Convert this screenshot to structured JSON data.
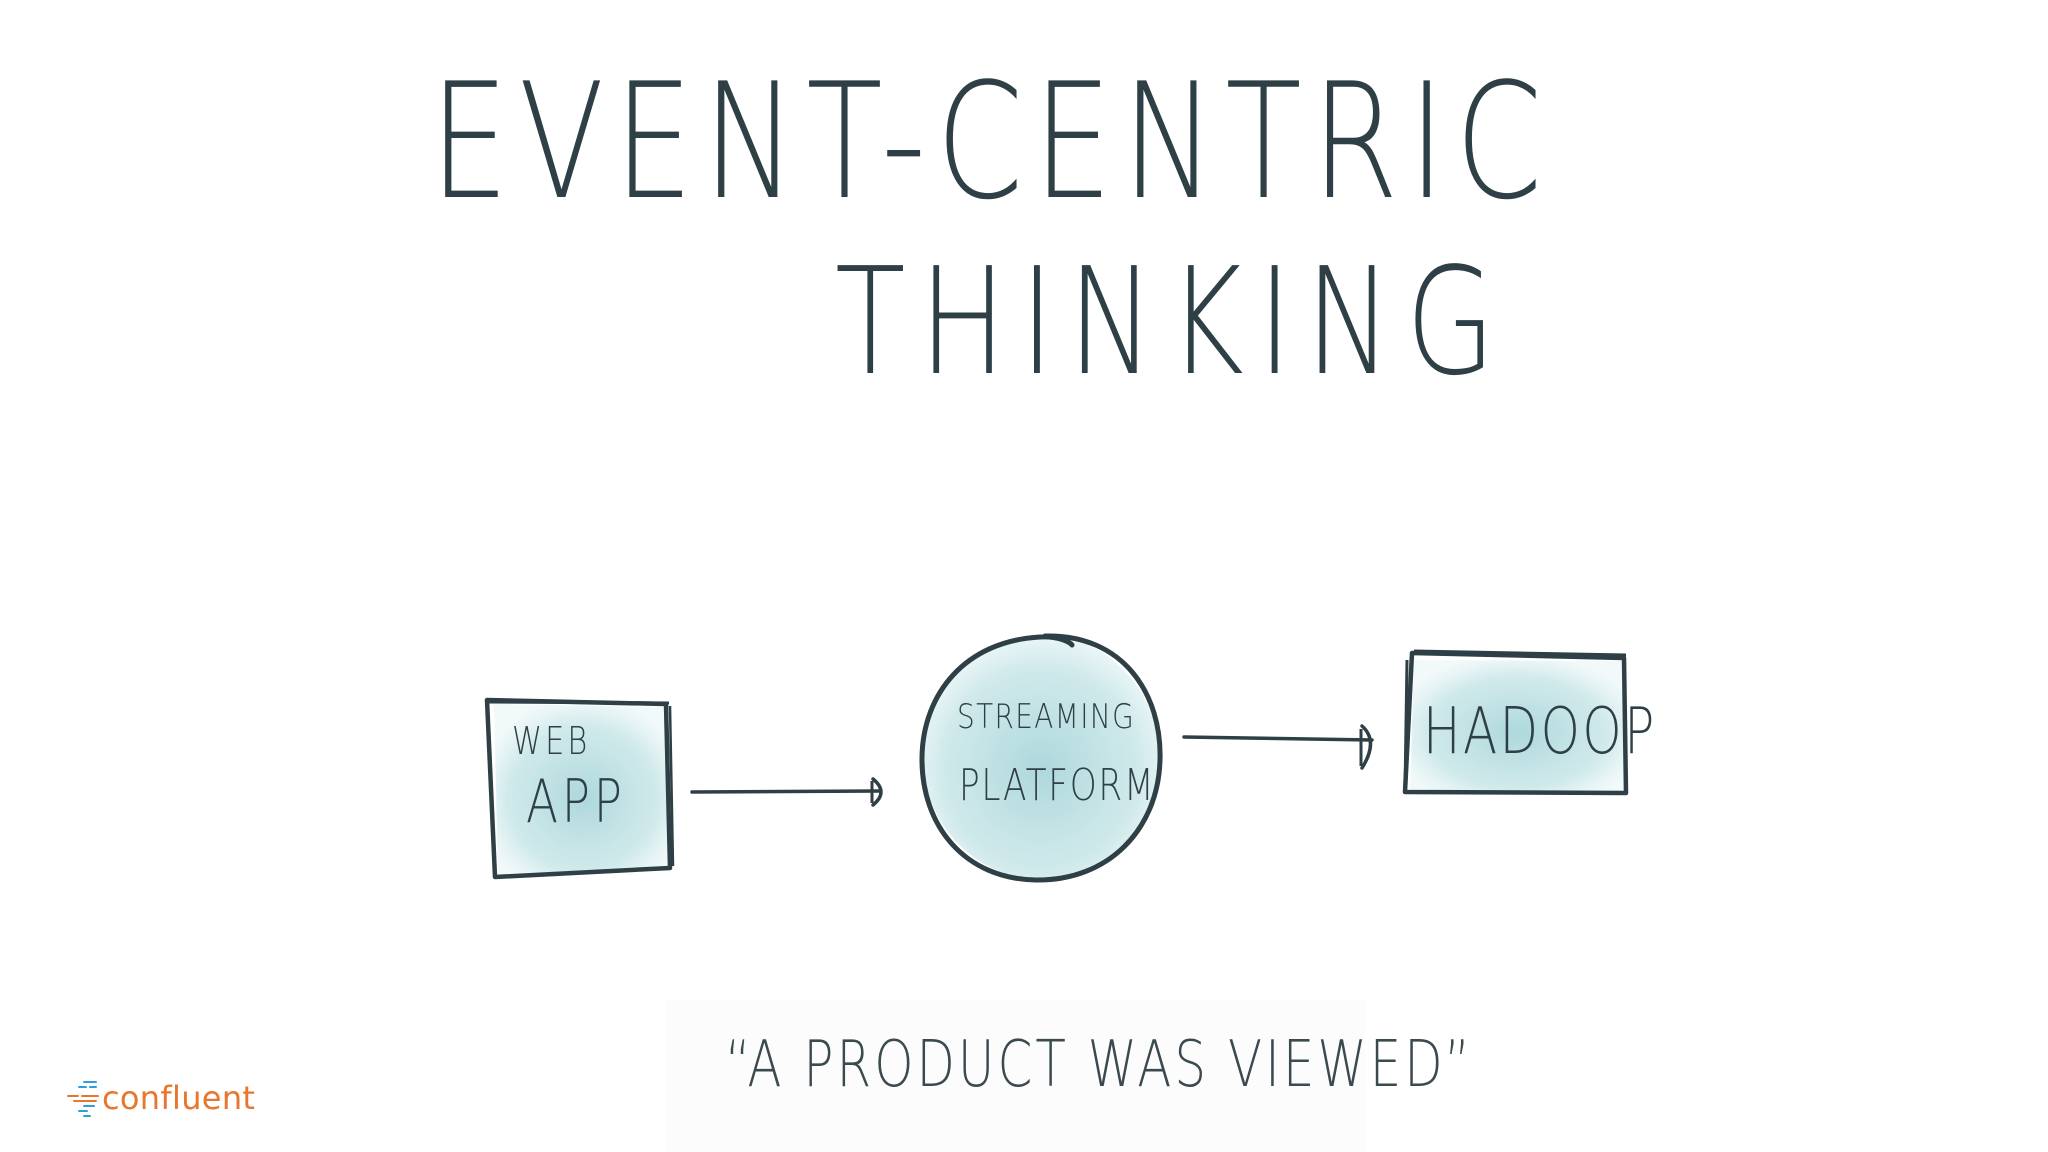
{
  "title": {
    "line1": "EVENT-CENTRIC",
    "line2": "THINKING"
  },
  "nodes": {
    "web_app": {
      "line1": "WEB",
      "line2": "APP"
    },
    "streaming_platform": {
      "line1": "STREAMING",
      "line2": "PLATFORM"
    },
    "hadoop": {
      "label": "HADOOP"
    }
  },
  "quote": "“A PRODUCT WAS VIEWED”",
  "logo": {
    "text": "confluent"
  },
  "colors": {
    "ink": "#2e3f45",
    "fill": "#b9dde0",
    "brand_orange": "#e8762c",
    "brand_blue": "#2d9fd9"
  }
}
